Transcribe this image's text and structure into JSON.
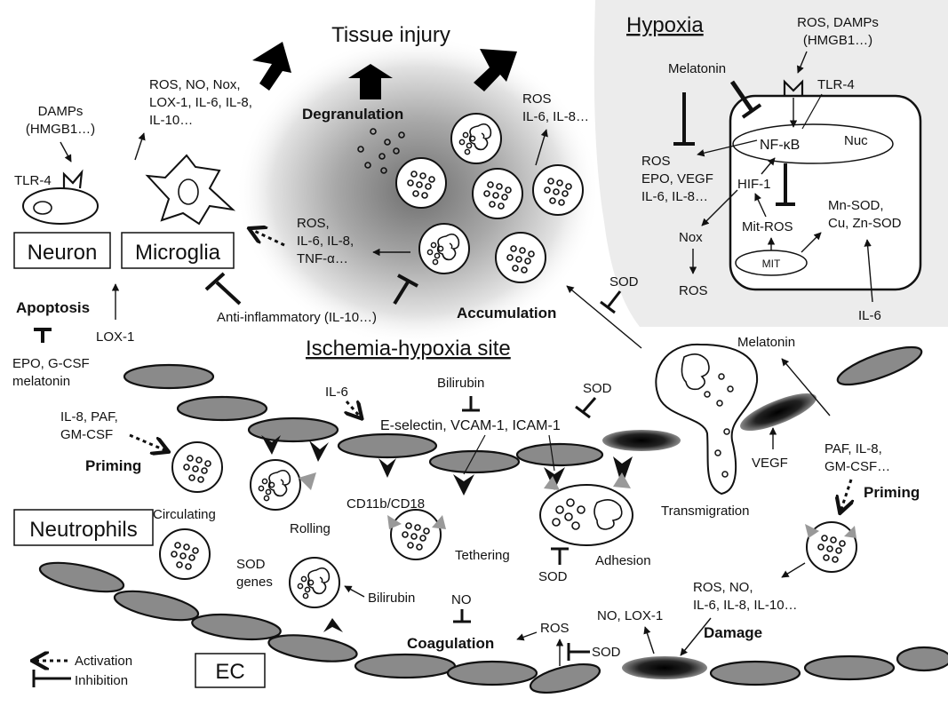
{
  "title": "Tissue injury",
  "hypoxia": {
    "title": "Hypoxia",
    "ros_damps": [
      "ROS, DAMPs",
      "(HMGB1…)"
    ],
    "melatonin": "Melatonin",
    "tlr4": "TLR-4",
    "nfkb": "NF-κB",
    "nuc": "Nuc",
    "outputs": [
      "ROS",
      "EPO, VEGF",
      "IL-6, IL-8…"
    ],
    "hif1": "HIF-1",
    "mit_ros": "Mit-ROS",
    "mn_sod": [
      "Mn-SOD,",
      "Cu, Zn-SOD"
    ],
    "nox": "Nox",
    "ros": "ROS",
    "mit": "MIT",
    "il6": "IL-6"
  },
  "cns": {
    "damps": [
      "DAMPs",
      "(HMGB1…)"
    ],
    "tlr4": "TLR-4",
    "neuron": "Neuron",
    "microglia": "Microglia",
    "microglia_outputs": [
      "ROS, NO, Nox,",
      "LOX-1, IL-6, IL-8,",
      "IL-10…"
    ],
    "apoptosis": "Apoptosis",
    "lox1": "LOX-1",
    "epo": [
      "EPO, G-CSF",
      "melatonin"
    ],
    "anti_inflammatory": "Anti-inflammatory  (IL-10…)",
    "cytokines": [
      "ROS,",
      "IL-6, IL-8,",
      "TNF-α…"
    ]
  },
  "site": {
    "degranulation": "Degranulation",
    "ros_il": [
      "ROS",
      "IL-6, IL-8…"
    ],
    "accumulation": "Accumulation",
    "sod_top": "SOD",
    "ischemia": "Ischemia-hypoxia site"
  },
  "vessel": {
    "il8_paf": [
      "IL-8, PAF,",
      "GM-CSF"
    ],
    "priming": "Priming",
    "il6": "IL-6",
    "bilirubin_top": "Bilirubin",
    "sod_mid": "SOD",
    "selectins": "E-selectin, VCAM-1, ICAM-1",
    "melatonin": "Melatonin",
    "vegf": "VEGF",
    "paf_il8": [
      "PAF, IL-8,",
      "GM-CSF…"
    ],
    "priming_right": "Priming",
    "circulating": "Circulating",
    "rolling": "Rolling",
    "cd11b": "CD11b/CD18",
    "tethering": "Tethering",
    "adhesion": "Adhesion",
    "transmigration": "Transmigration",
    "sod_low": "SOD",
    "neutrophils": "Neutrophils",
    "sod_genes": [
      "SOD",
      "genes"
    ],
    "bilirubin_low": "Bilirubin",
    "no": "NO",
    "coagulation": "Coagulation",
    "ros": "ROS",
    "sod_coag": "SOD",
    "no_lox1": "NO, LOX-1",
    "damage_outputs": [
      "ROS, NO,",
      "IL-6, IL-8, IL-10…"
    ],
    "damage": "Damage",
    "ec": "EC"
  },
  "legend": {
    "activation": "Activation",
    "inhibition": "Inhibition"
  }
}
